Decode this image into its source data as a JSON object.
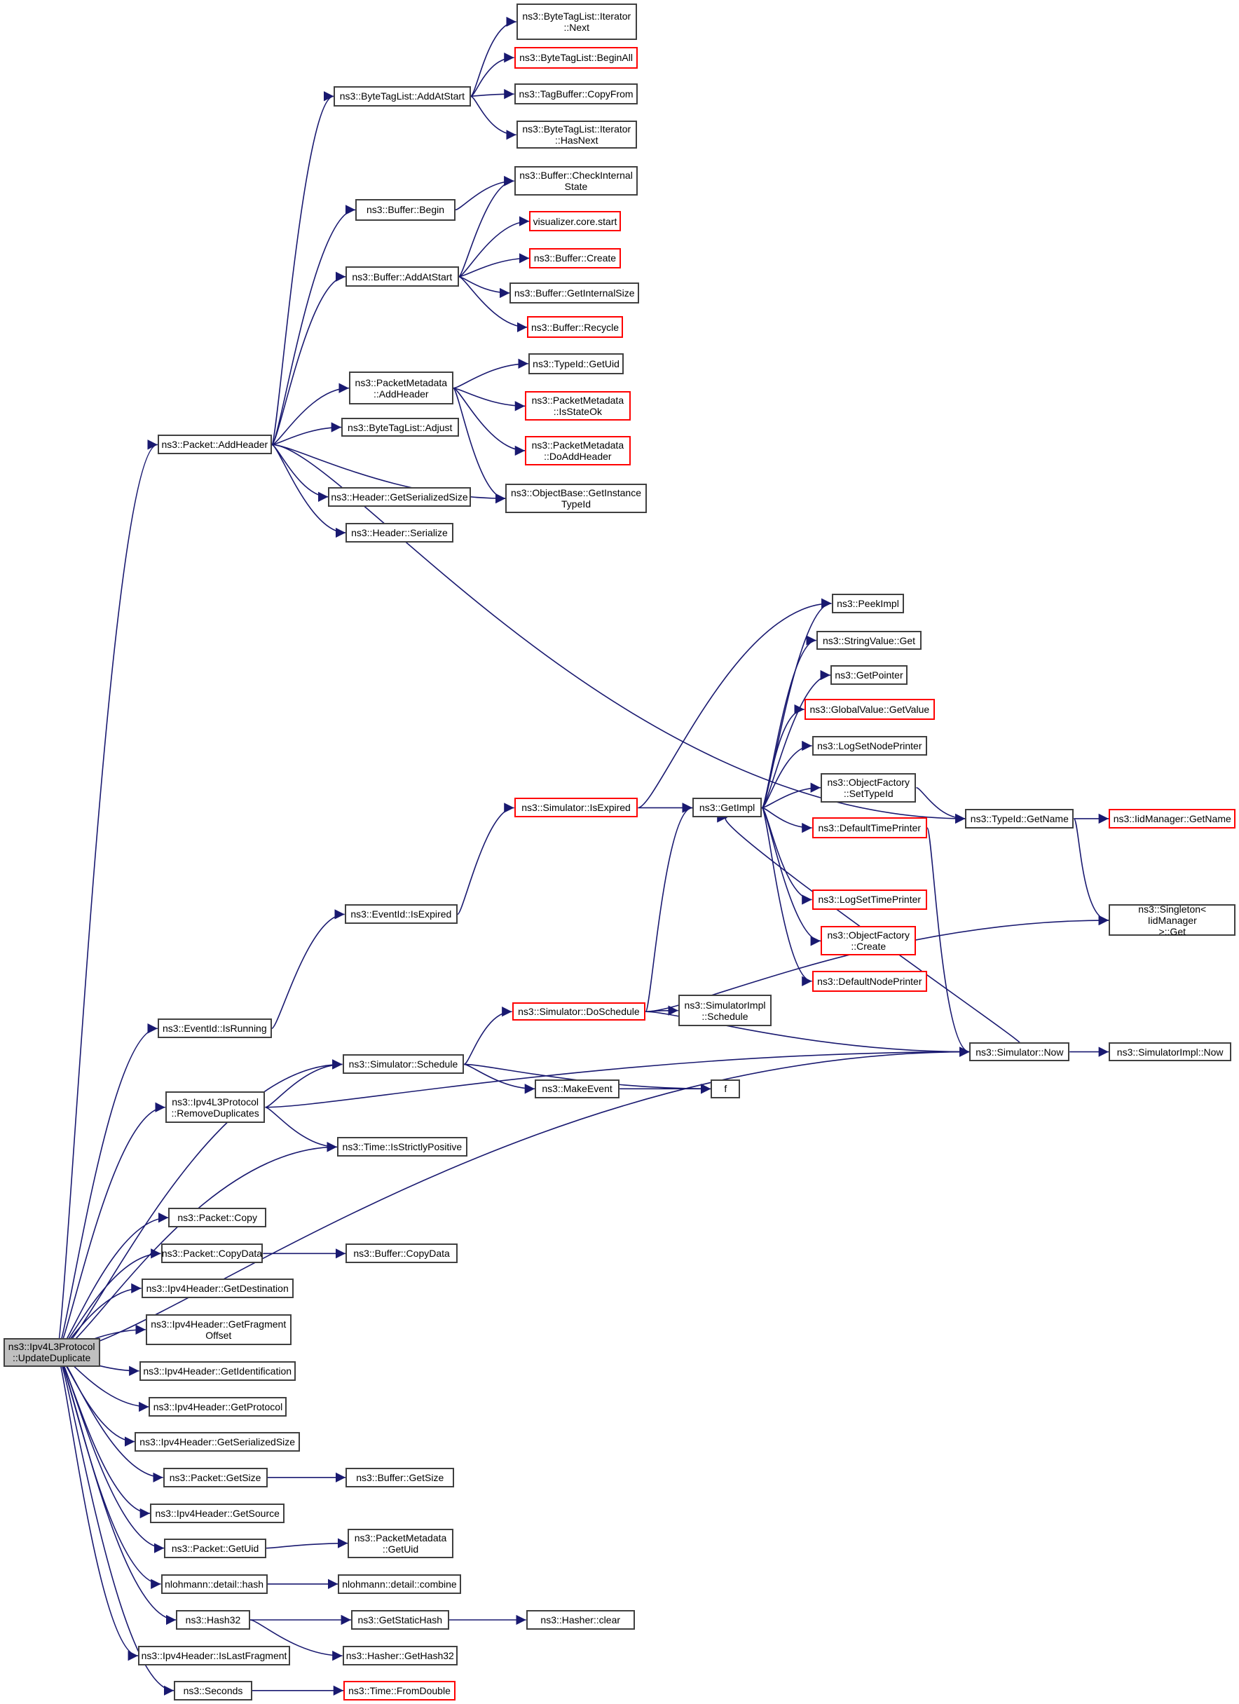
{
  "title": "Call graph of ns3::Ipv4L3Protocol::UpdateDuplicate",
  "colors": {
    "edge": "#191970",
    "node_border": "#404040",
    "undocumented_border": "#ff0000",
    "root_fill": "#bfbfbf"
  },
  "nodes": {
    "root": {
      "label": "ns3::Ipv4L3Protocol\n::UpdateDuplicate",
      "style": "root"
    },
    "packet_addheader": {
      "label": "ns3::Packet::AddHeader",
      "style": "normal"
    },
    "btl_addatstart": {
      "label": "ns3::ByteTagList::AddAtStart",
      "style": "normal"
    },
    "btl_iter_next": {
      "label": "ns3::ByteTagList::Iterator\n::Next",
      "style": "normal"
    },
    "btl_beginall": {
      "label": "ns3::ByteTagList::BeginAll",
      "style": "red"
    },
    "tagbuffer_copyfrom": {
      "label": "ns3::TagBuffer::CopyFrom",
      "style": "normal"
    },
    "btl_iter_hasnext": {
      "label": "ns3::ByteTagList::Iterator\n::HasNext",
      "style": "normal"
    },
    "buffer_begin": {
      "label": "ns3::Buffer::Begin",
      "style": "normal"
    },
    "buffer_checkinternal": {
      "label": "ns3::Buffer::CheckInternal\nState",
      "style": "normal"
    },
    "buffer_addatstart": {
      "label": "ns3::Buffer::AddAtStart",
      "style": "normal"
    },
    "visualizer_start": {
      "label": "visualizer.core.start",
      "style": "red"
    },
    "buffer_create": {
      "label": "ns3::Buffer::Create",
      "style": "red"
    },
    "buffer_getinternalsize": {
      "label": "ns3::Buffer::GetInternalSize",
      "style": "normal"
    },
    "buffer_recycle": {
      "label": "ns3::Buffer::Recycle",
      "style": "red"
    },
    "pm_addheader": {
      "label": "ns3::PacketMetadata\n::AddHeader",
      "style": "normal"
    },
    "typeid_getuid": {
      "label": "ns3::TypeId::GetUid",
      "style": "normal"
    },
    "pm_isstateok": {
      "label": "ns3::PacketMetadata\n::IsStateOk",
      "style": "red"
    },
    "pm_doaddheader": {
      "label": "ns3::PacketMetadata\n::DoAddHeader",
      "style": "red"
    },
    "btl_adjust": {
      "label": "ns3::ByteTagList::Adjust",
      "style": "normal"
    },
    "objectbase_getinstancetypeid": {
      "label": "ns3::ObjectBase::GetInstance\nTypeId",
      "style": "normal"
    },
    "header_getserializedsize": {
      "label": "ns3::Header::GetSerializedSize",
      "style": "normal"
    },
    "header_serialize": {
      "label": "ns3::Header::Serialize",
      "style": "normal"
    },
    "peekimpl": {
      "label": "ns3::PeekImpl",
      "style": "normal"
    },
    "stringvalue_get": {
      "label": "ns3::StringValue::Get",
      "style": "normal"
    },
    "getpointer": {
      "label": "ns3::GetPointer",
      "style": "normal"
    },
    "globalvalue_getvalue": {
      "label": "ns3::GlobalValue::GetValue",
      "style": "red"
    },
    "logsetnodeprinter": {
      "label": "ns3::LogSetNodePrinter",
      "style": "normal"
    },
    "objfactory_settypeid": {
      "label": "ns3::ObjectFactory\n::SetTypeId",
      "style": "normal"
    },
    "typeid_getname": {
      "label": "ns3::TypeId::GetName",
      "style": "normal"
    },
    "iidmanager_getname": {
      "label": "ns3::IidManager::GetName",
      "style": "red"
    },
    "simulator_isexpired": {
      "label": "ns3::Simulator::IsExpired",
      "style": "red"
    },
    "getimpl": {
      "label": "ns3::GetImpl",
      "style": "normal"
    },
    "defaulttimeprinter": {
      "label": "ns3::DefaultTimePrinter",
      "style": "red"
    },
    "logsettimeprinter": {
      "label": "ns3::LogSetTimePrinter",
      "style": "red"
    },
    "objfactory_create": {
      "label": "ns3::ObjectFactory\n::Create",
      "style": "red"
    },
    "defaultnodeprinter": {
      "label": "ns3::DefaultNodePrinter",
      "style": "red"
    },
    "singleton_get": {
      "label": "ns3::Singleton< IidManager\n>::Get",
      "style": "normal"
    },
    "eventid_isexpired": {
      "label": "ns3::EventId::IsExpired",
      "style": "normal"
    },
    "eventid_isrunning": {
      "label": "ns3::EventId::IsRunning",
      "style": "normal"
    },
    "simulator_doschedule": {
      "label": "ns3::Simulator::DoSchedule",
      "style": "red"
    },
    "simimpl_schedule": {
      "label": "ns3::SimulatorImpl\n::Schedule",
      "style": "normal"
    },
    "simulator_schedule": {
      "label": "ns3::Simulator::Schedule",
      "style": "normal"
    },
    "simulator_now": {
      "label": "ns3::Simulator::Now",
      "style": "normal"
    },
    "simimpl_now": {
      "label": "ns3::SimulatorImpl::Now",
      "style": "normal"
    },
    "makeevent": {
      "label": "ns3::MakeEvent",
      "style": "normal"
    },
    "f": {
      "label": "f",
      "style": "normal"
    },
    "removeduplicates": {
      "label": "ns3::Ipv4L3Protocol\n::RemoveDuplicates",
      "style": "normal"
    },
    "time_isstrictlypositive": {
      "label": "ns3::Time::IsStrictlyPositive",
      "style": "normal"
    },
    "packet_copy": {
      "label": "ns3::Packet::Copy",
      "style": "normal"
    },
    "packet_copydata": {
      "label": "ns3::Packet::CopyData",
      "style": "normal"
    },
    "buffer_copydata": {
      "label": "ns3::Buffer::CopyData",
      "style": "normal"
    },
    "ipv4_getdestination": {
      "label": "ns3::Ipv4Header::GetDestination",
      "style": "normal"
    },
    "ipv4_getfragmentoffset": {
      "label": "ns3::Ipv4Header::GetFragment\nOffset",
      "style": "normal"
    },
    "ipv4_getidentification": {
      "label": "ns3::Ipv4Header::GetIdentification",
      "style": "normal"
    },
    "ipv4_getprotocol": {
      "label": "ns3::Ipv4Header::GetProtocol",
      "style": "normal"
    },
    "ipv4_getserializedsize": {
      "label": "ns3::Ipv4Header::GetSerializedSize",
      "style": "normal"
    },
    "packet_getsize": {
      "label": "ns3::Packet::GetSize",
      "style": "normal"
    },
    "buffer_getsize": {
      "label": "ns3::Buffer::GetSize",
      "style": "normal"
    },
    "ipv4_getsource": {
      "label": "ns3::Ipv4Header::GetSource",
      "style": "normal"
    },
    "packet_getuid": {
      "label": "ns3::Packet::GetUid",
      "style": "normal"
    },
    "pm_getuid": {
      "label": "ns3::PacketMetadata\n::GetUid",
      "style": "normal"
    },
    "nlohmann_hash": {
      "label": "nlohmann::detail::hash",
      "style": "normal"
    },
    "nlohmann_combine": {
      "label": "nlohmann::detail::combine",
      "style": "normal"
    },
    "hash32": {
      "label": "ns3::Hash32",
      "style": "normal"
    },
    "getstatichash": {
      "label": "ns3::GetStaticHash",
      "style": "normal"
    },
    "hasher_clear": {
      "label": "ns3::Hasher::clear",
      "style": "normal"
    },
    "hasher_gethash32": {
      "label": "ns3::Hasher::GetHash32",
      "style": "normal"
    },
    "ipv4_islastfragment": {
      "label": "ns3::Ipv4Header::IsLastFragment",
      "style": "normal"
    },
    "seconds": {
      "label": "ns3::Seconds",
      "style": "normal"
    },
    "time_fromdouble": {
      "label": "ns3::Time::FromDouble",
      "style": "red"
    }
  },
  "edges": [
    [
      "root",
      "packet_addheader"
    ],
    [
      "root",
      "eventid_isrunning"
    ],
    [
      "root",
      "simulator_schedule"
    ],
    [
      "root",
      "removeduplicates"
    ],
    [
      "root",
      "time_isstrictlypositive"
    ],
    [
      "root",
      "simulator_now"
    ],
    [
      "root",
      "packet_copy"
    ],
    [
      "root",
      "packet_copydata"
    ],
    [
      "root",
      "ipv4_getdestination"
    ],
    [
      "root",
      "ipv4_getfragmentoffset"
    ],
    [
      "root",
      "ipv4_getidentification"
    ],
    [
      "root",
      "ipv4_getprotocol"
    ],
    [
      "root",
      "ipv4_getserializedsize"
    ],
    [
      "root",
      "packet_getsize"
    ],
    [
      "root",
      "ipv4_getsource"
    ],
    [
      "root",
      "packet_getuid"
    ],
    [
      "root",
      "nlohmann_hash"
    ],
    [
      "root",
      "hash32"
    ],
    [
      "root",
      "ipv4_islastfragment"
    ],
    [
      "root",
      "seconds"
    ],
    [
      "packet_addheader",
      "btl_addatstart"
    ],
    [
      "packet_addheader",
      "buffer_begin"
    ],
    [
      "packet_addheader",
      "buffer_addatstart"
    ],
    [
      "packet_addheader",
      "pm_addheader"
    ],
    [
      "packet_addheader",
      "btl_adjust"
    ],
    [
      "packet_addheader",
      "objectbase_getinstancetypeid"
    ],
    [
      "packet_addheader",
      "header_getserializedsize"
    ],
    [
      "packet_addheader",
      "header_serialize"
    ],
    [
      "packet_addheader",
      "typeid_getname"
    ],
    [
      "btl_addatstart",
      "btl_iter_next"
    ],
    [
      "btl_addatstart",
      "btl_beginall"
    ],
    [
      "btl_addatstart",
      "tagbuffer_copyfrom"
    ],
    [
      "btl_addatstart",
      "btl_iter_hasnext"
    ],
    [
      "buffer_begin",
      "buffer_checkinternal"
    ],
    [
      "buffer_addatstart",
      "buffer_checkinternal"
    ],
    [
      "buffer_addatstart",
      "visualizer_start"
    ],
    [
      "buffer_addatstart",
      "buffer_create"
    ],
    [
      "buffer_addatstart",
      "buffer_getinternalsize"
    ],
    [
      "buffer_addatstart",
      "buffer_recycle"
    ],
    [
      "pm_addheader",
      "typeid_getuid"
    ],
    [
      "pm_addheader",
      "pm_isstateok"
    ],
    [
      "pm_addheader",
      "pm_doaddheader"
    ],
    [
      "pm_addheader",
      "objectbase_getinstancetypeid"
    ],
    [
      "eventid_isrunning",
      "eventid_isexpired"
    ],
    [
      "eventid_isexpired",
      "simulator_isexpired"
    ],
    [
      "simulator_isexpired",
      "peekimpl"
    ],
    [
      "simulator_isexpired",
      "getimpl"
    ],
    [
      "getimpl",
      "peekimpl"
    ],
    [
      "getimpl",
      "stringvalue_get"
    ],
    [
      "getimpl",
      "getpointer"
    ],
    [
      "getimpl",
      "globalvalue_getvalue"
    ],
    [
      "getimpl",
      "logsetnodeprinter"
    ],
    [
      "getimpl",
      "objfactory_settypeid"
    ],
    [
      "getimpl",
      "defaulttimeprinter"
    ],
    [
      "getimpl",
      "logsettimeprinter"
    ],
    [
      "getimpl",
      "objfactory_create"
    ],
    [
      "getimpl",
      "defaultnodeprinter"
    ],
    [
      "objfactory_settypeid",
      "typeid_getname"
    ],
    [
      "typeid_getname",
      "iidmanager_getname"
    ],
    [
      "typeid_getname",
      "singleton_get"
    ],
    [
      "defaulttimeprinter",
      "simulator_now"
    ],
    [
      "simulator_now",
      "getimpl"
    ],
    [
      "simulator_now",
      "simimpl_now"
    ],
    [
      "simulator_schedule",
      "simulator_doschedule"
    ],
    [
      "simulator_schedule",
      "makeevent"
    ],
    [
      "simulator_schedule",
      "f"
    ],
    [
      "simulator_doschedule",
      "getimpl"
    ],
    [
      "simulator_doschedule",
      "simimpl_schedule"
    ],
    [
      "simulator_doschedule",
      "simulator_now"
    ],
    [
      "simulator_doschedule",
      "singleton_get"
    ],
    [
      "makeevent",
      "f"
    ],
    [
      "removeduplicates",
      "simulator_schedule"
    ],
    [
      "removeduplicates",
      "simulator_now"
    ],
    [
      "removeduplicates",
      "time_isstrictlypositive"
    ],
    [
      "packet_copydata",
      "buffer_copydata"
    ],
    [
      "packet_getsize",
      "buffer_getsize"
    ],
    [
      "packet_getuid",
      "pm_getuid"
    ],
    [
      "nlohmann_hash",
      "nlohmann_combine"
    ],
    [
      "hash32",
      "getstatichash"
    ],
    [
      "hash32",
      "hasher_gethash32"
    ],
    [
      "getstatichash",
      "hasher_clear"
    ],
    [
      "seconds",
      "time_fromdouble"
    ]
  ]
}
